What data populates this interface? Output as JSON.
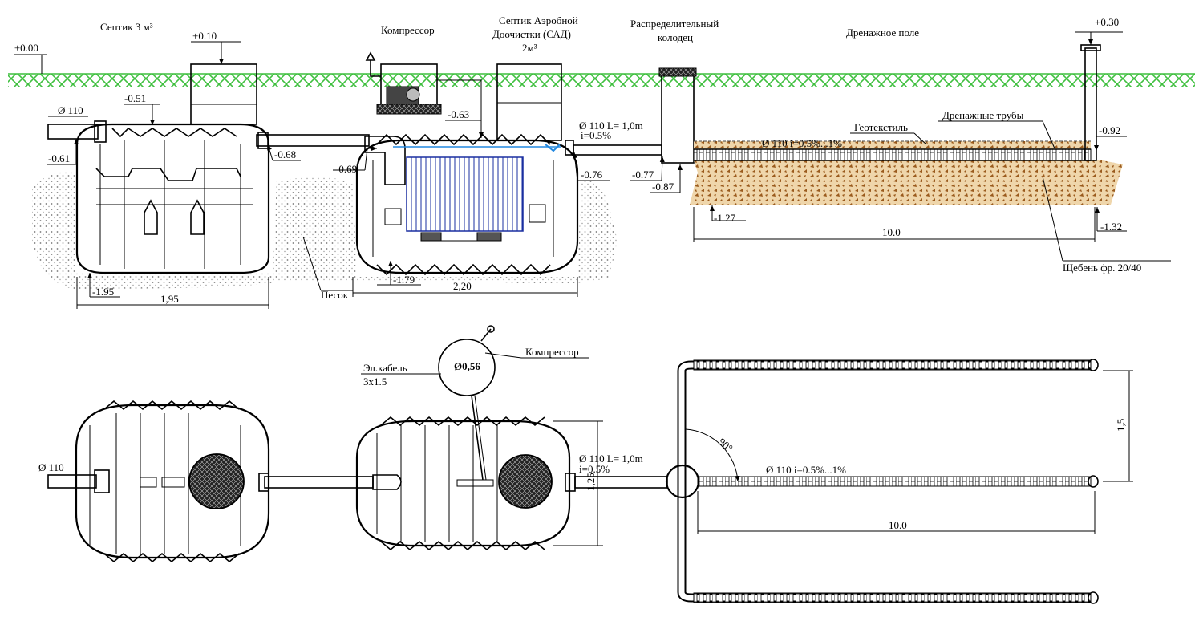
{
  "titles": {
    "septic": "Септик 3 м³",
    "compressor": "Компрессор",
    "aerobic_1": "Септик Аэробной",
    "aerobic_2": "Доочистки (САД)",
    "aerobic_3": "2м³",
    "distribution_1": "Распределительный",
    "distribution_2": "колодец",
    "drainage_field": "Дренажное поле"
  },
  "levels": {
    "zero": "±0.00",
    "plus010": "+0.10",
    "plus030": "+0.30",
    "m051": "-0.51",
    "m061": "-0.61",
    "m063": "-0.63",
    "m068": "-0.68",
    "m069": "-0.69",
    "m076": "-0.76",
    "m077": "-0.77",
    "m087": "-0.87",
    "m092": "-0.92",
    "m127": "-1.27",
    "m132": "-1.32",
    "m179": "-1.79",
    "m195": "-1.95"
  },
  "pipes": {
    "d110": "Ø 110",
    "d110_L1": "Ø 110 L= 1,0m",
    "slope05": "i=0.5%",
    "d110_slope": "Ø 110 i=0.5%...1%"
  },
  "labels": {
    "geotextile": "Геотекстиль",
    "drain_pipes": "Дренажные трубы",
    "gravel": "Щебень фр. 20/40",
    "sand": "Песок",
    "cable_1": "Эл.кабель",
    "cable_2": "3х1.5",
    "compressor_plan": "Компрессор",
    "compressor_dia": "Ø0,56",
    "angle": "90°"
  },
  "dimensions": {
    "septic_width": "1,95",
    "aerobic_width": "2,20",
    "field_length_section": "10.0",
    "field_length_plan": "10.0",
    "aerobic_plan_height": "1,25",
    "field_spacing": "1,5"
  },
  "colors": {
    "grass": "#3fbf3f",
    "gravel_fill": "#e8c99a",
    "gravel_dots": "#9a5a1c",
    "filter": "#1a2fa0",
    "water": "#2288e0",
    "line": "#000000"
  }
}
